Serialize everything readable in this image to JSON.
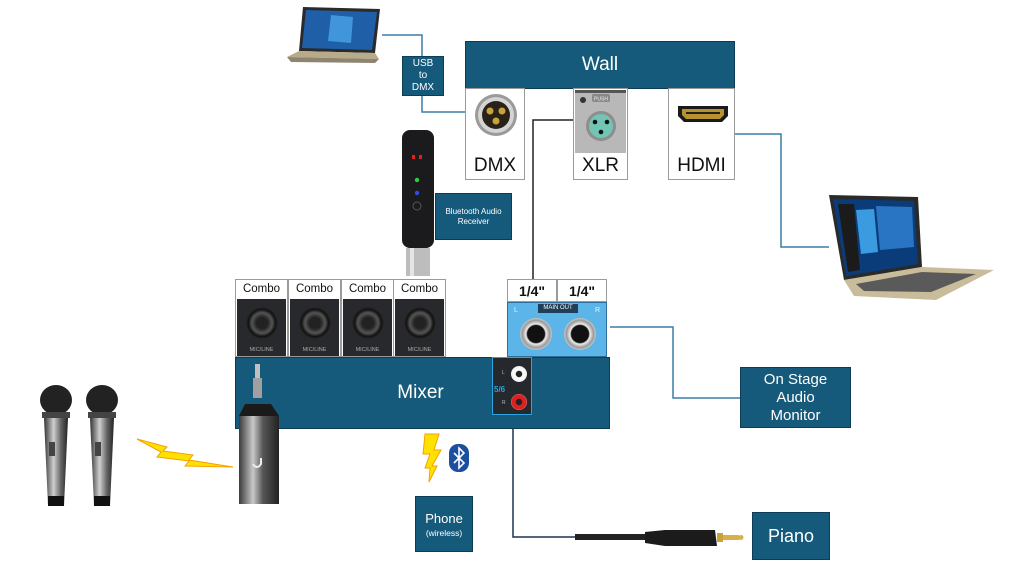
{
  "diagram": {
    "wall": {
      "label": "Wall",
      "ports": [
        {
          "label": "DMX",
          "icon": "dmx-connector-icon"
        },
        {
          "label": "XLR",
          "icon": "xlr-female-connector-icon",
          "connector_text": "PUSH"
        },
        {
          "label": "HDMI",
          "icon": "hdmi-port-icon"
        }
      ]
    },
    "usb_to_dmx": {
      "lines": [
        "USB",
        "to",
        "DMX"
      ]
    },
    "bluetooth_receiver": {
      "label_lines": [
        "Bluetooth Audio",
        "Receiver"
      ]
    },
    "mixer": {
      "label": "Mixer",
      "combo_inputs": [
        {
          "title": "Combo",
          "caption": "MIC/LINE"
        },
        {
          "title": "Combo",
          "caption": "MIC/LINE"
        },
        {
          "title": "Combo",
          "caption": "MIC/LINE"
        },
        {
          "title": "Combo",
          "caption": "MIC/LINE"
        }
      ],
      "main_out": {
        "caption": "MAIN OUT",
        "left_label": "L",
        "right_label": "R",
        "jack_labels": [
          "1/4\"",
          "1/4\""
        ]
      },
      "rca_input": {
        "label": "5/6",
        "left": "L",
        "right": "R"
      }
    },
    "monitor": {
      "lines": [
        "On Stage",
        "Audio",
        "Monitor"
      ]
    },
    "phone": {
      "label": "Phone",
      "sublabel": "(wireless)"
    },
    "piano": {
      "label": "Piano"
    },
    "devices": {
      "laptop_top": "laptop-icon",
      "laptop_right": "laptop-icon",
      "microphones": "wireless-microphones-icon",
      "wireless_receiver": "wireless-receiver-icon",
      "bluetooth": "bluetooth-icon"
    },
    "colors": {
      "box_fill": "#155a7a",
      "line_blue": "#3a7fa6",
      "line_dark": "#222222",
      "lightning": "#ffe100",
      "bluetooth": "#1c4fa0",
      "main_out_panel": "#5bb5e8"
    }
  }
}
